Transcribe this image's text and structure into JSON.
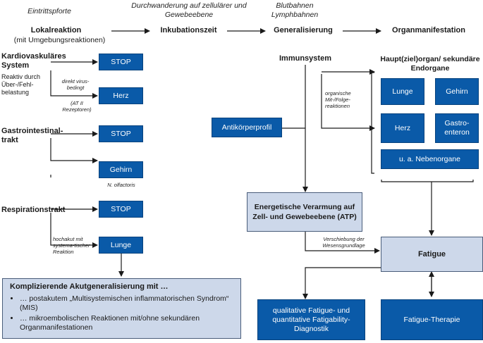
{
  "stages": {
    "eintrittspforte": "Eintrittspforte",
    "durchwanderung": "Durchwanderung auf zellulärer und Gewebeebene",
    "blutbahnen": "Blutbahnen Lymphbahnen",
    "lokalreaktion": "Lokalreaktion",
    "lokalreaktion_sub": "(mit Umgebungsreaktionen)",
    "inkubationszeit": "Inkubationszeit",
    "generalisierung": "Generalisierung",
    "organmanifestation": "Organmanifestation"
  },
  "left": {
    "kardio_title": "Kardiovaskuläres System",
    "kardio_sub": "Reaktiv durch Über-/Fehl-belastung",
    "direkt_note": "direkt virus-bedingt",
    "at2_note": "(AT II Rezeptoren)",
    "gastro_title": "Gastrointestinal-trakt",
    "n_olfactoris": "N. olfactoris",
    "resp_title": "Respirationstrakt",
    "hochakut_note": "hochakut mit systema-tischer Reaktion",
    "stop1": "STOP",
    "herz": "Herz",
    "stop2": "STOP",
    "gehirn": "Gehirn",
    "stop3": "STOP",
    "lunge": "Lunge"
  },
  "acute": {
    "title": "Komplizierende Akutgeneralisierung mit …",
    "items": [
      "… postakutem „Multisystemischen inflammatorischen Syndrom“ (MIS)",
      "… mikroembolischen Reaktionen mit/ohne sekundären Organmanifestationen"
    ]
  },
  "center": {
    "immunsystem": "Immunsystem",
    "antikoerper": "Antikörperprofil",
    "organische_note": "organische Mit-/Folge-reaktionen",
    "energetische": "Energetische Verarmung auf Zell- und Gewebeebene (ATP)",
    "verschiebung_note": "Verschiebung der Wesensgrundlage"
  },
  "organs": {
    "title": "Haupt(ziel)organ/ sekundäre Endorgane",
    "lunge": "Lunge",
    "gehirn": "Gehirn",
    "herz": "Herz",
    "gastro": "Gastro-enteron",
    "neben": "u. a. Nebenorgane"
  },
  "bottom": {
    "fatigue": "Fatigue",
    "diagnostik": "qualitative Fatigue- und quantitative Fatigability-Diagnostik",
    "therapie": "Fatigue-Therapie"
  }
}
